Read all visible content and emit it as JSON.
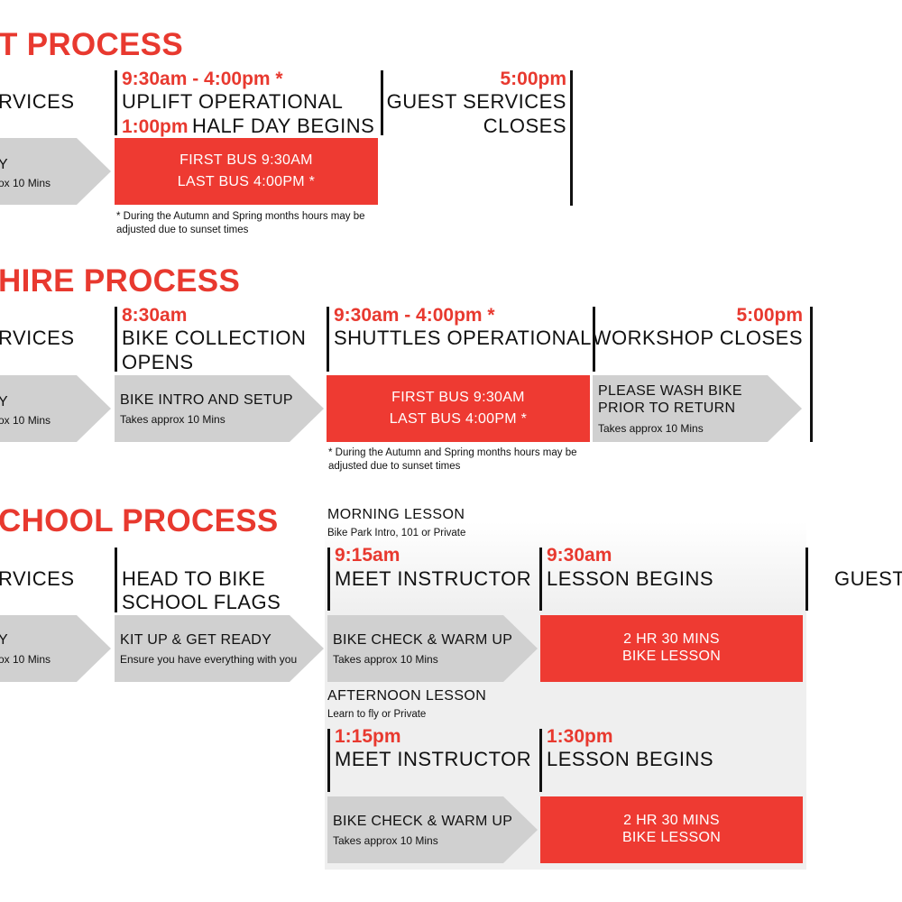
{
  "uplift": {
    "title": "T PROCESS",
    "guest_services": "RVICES",
    "time_operational": "9:30am - 4:00pm *",
    "uplift_operational": "UPLIFT OPERATIONAL",
    "half_day_time": "1:00pm",
    "half_day_label": "HALF DAY BEGINS",
    "close_time": "5:00pm",
    "close_label_1": "GUEST SERVICES",
    "close_label_2": "CLOSES",
    "arrow_main": "Y",
    "arrow_sub": "ox 10 Mins",
    "bus_first": "FIRST BUS 9:30AM",
    "bus_last": "LAST BUS 4:00PM *",
    "note": "* During the Autumn and Spring months hours may be adjusted due to sunset times"
  },
  "hire": {
    "title": "HIRE PROCESS",
    "guest_services": "RVICES",
    "collection_time": "8:30am",
    "collection_label_1": "BIKE COLLECTION",
    "collection_label_2": "OPENS",
    "shuttle_time": "9:30am - 4:00pm *",
    "shuttle_label": "SHUTTLES OPERATIONAL",
    "workshop_time": "5:00pm",
    "workshop_label": "WORKSHOP CLOSES",
    "arrow1_main": "Y",
    "arrow1_sub": "ox 10 Mins",
    "arrow2_main": "BIKE INTRO AND SETUP",
    "arrow2_sub": "Takes approx 10 Mins",
    "bus_first": "FIRST BUS 9:30AM",
    "bus_last": "LAST BUS 4:00PM *",
    "arrow3_main_1": "PLEASE WASH BIKE",
    "arrow3_main_2": "PRIOR TO RETURN",
    "arrow3_sub": "Takes approx 10 Mins",
    "note": "* During the Autumn and Spring months hours may be adjusted due to sunset times"
  },
  "school": {
    "title": "CHOOL PROCESS",
    "guest_services": "RVICES",
    "head_label_1": "HEAD TO BIKE",
    "head_label_2": "SCHOOL FLAGS",
    "guest_right": "GUEST",
    "arrow1_main": "Y",
    "arrow1_sub": "ox 10 Mins",
    "arrow2_main": "KIT UP & GET READY",
    "arrow2_sub": "Ensure you have everything with you",
    "morning": {
      "heading": "MORNING LESSON",
      "sub": "Bike Park Intro, 101 or Private",
      "meet_time": "9:15am",
      "meet_label": "MEET INSTRUCTOR",
      "begin_time": "9:30am",
      "begin_label": "LESSON BEGINS",
      "warm_main": "BIKE CHECK & WARM UP",
      "warm_sub": "Takes approx 10 Mins",
      "lesson_line1": "2 HR 30 MINS",
      "lesson_line2": "BIKE LESSON"
    },
    "afternoon": {
      "heading": "AFTERNOON LESSON",
      "sub": "Learn to fly or Private",
      "meet_time": "1:15pm",
      "meet_label": "MEET INSTRUCTOR",
      "begin_time": "1:30pm",
      "begin_label": "LESSON BEGINS",
      "warm_main": "BIKE CHECK & WARM UP",
      "warm_sub": "Takes approx 10 Mins",
      "lesson_line1": "2 HR 30 MINS",
      "lesson_line2": "BIKE LESSON"
    }
  },
  "colors": {
    "accent_red": "#e8392f",
    "box_red": "#ee3a32",
    "arrow_grey": "#d0d0d0",
    "panel_grey": "#efefef"
  }
}
